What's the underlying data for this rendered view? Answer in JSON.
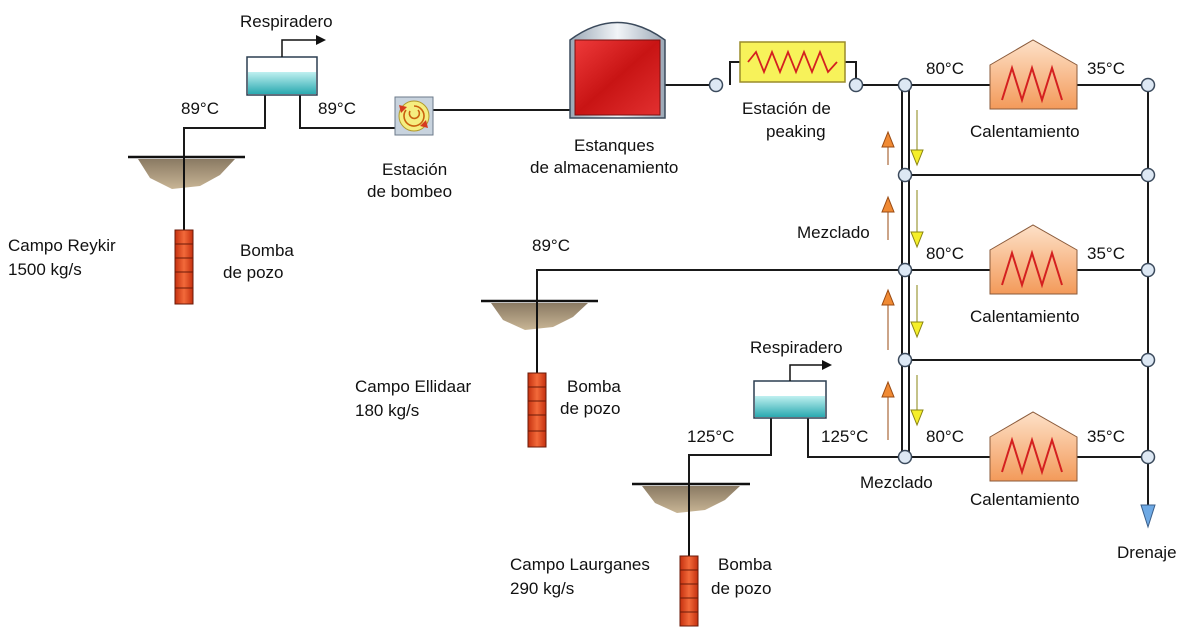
{
  "labels": {
    "vent": "Respiradero",
    "temp_89": "89°C",
    "temp_125": "125°C",
    "temp_80": "80°C",
    "temp_35": "35°C",
    "pump_station_1": "Estación",
    "pump_station_2": "de bombeo",
    "storage_1": "Estanques",
    "storage_2": "de almacenamiento",
    "peaking_1": "Estación de",
    "peaking_2": "peaking",
    "heating": "Calentamiento",
    "mixing": "Mezclado",
    "drain": "Drenaje",
    "well_pump_1": "Bomba",
    "well_pump_2": "de pozo"
  },
  "fields": [
    {
      "name": "Campo Reykir",
      "flow": "1500 kg/s"
    },
    {
      "name": "Campo Ellidaar",
      "flow": "180 kg/s"
    },
    {
      "name": "Campo Laurganes",
      "flow": "290 kg/s"
    }
  ],
  "colors": {
    "tank_red": "#d42020",
    "pump_red": "#e0451e",
    "vent_water": "#4fc4c8",
    "house_fill": "#f6b888",
    "heater_fill": "#f7f25a",
    "arrow_orange": "#f08a34",
    "arrow_yellow": "#f5ef2a",
    "drain_blue": "#6ea9e4"
  }
}
